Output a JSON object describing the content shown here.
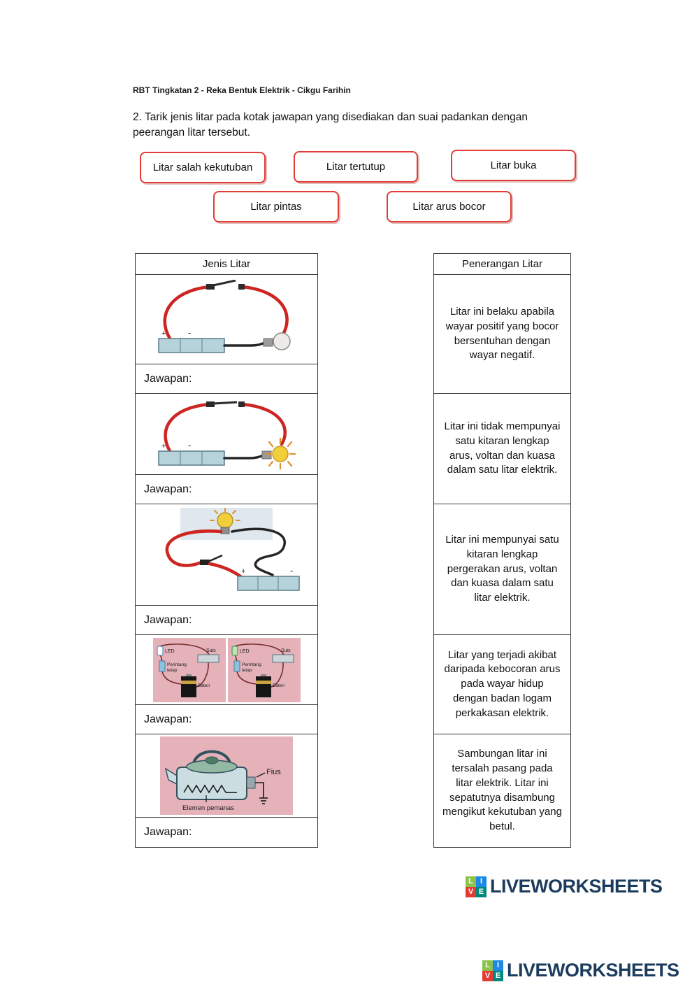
{
  "page": {
    "header": "RBT Tingkatan 2 - Reka Bentuk Elektrik - Cikgu Farihin",
    "question": "2.  Tarik jenis litar pada kotak jawapan yang disediakan dan suai padankan dengan peerangan litar tersebut."
  },
  "answer_boxes": [
    {
      "label": "Litar salah kekutuban"
    },
    {
      "label": "Litar tertutup"
    },
    {
      "label": "Litar buka"
    },
    {
      "label": "Litar pintas"
    },
    {
      "label": "Litar arus bocor"
    }
  ],
  "left_table": {
    "header": "Jenis Litar",
    "rows": [
      {
        "image": "open-circuit-bulb-off",
        "answer_label": "Jawapan:"
      },
      {
        "image": "closed-circuit-bulb-lit",
        "answer_label": "Jawapan:"
      },
      {
        "image": "short-circuit-red-black-wires",
        "answer_label": "Jawapan:"
      },
      {
        "image": "two-led-circuit-panels",
        "answer_label": "Jawapan:"
      },
      {
        "image": "electric-kettle-with-fuse",
        "answer_label": "Jawapan:"
      }
    ]
  },
  "right_table": {
    "header": "Penerangan Litar",
    "cells": [
      "Litar ini belaku apabila wayar positif yang bocor bersentuhan dengan wayar negatif.",
      "Litar ini tidak mempunyai satu kitaran lengkap arus, voltan dan kuasa dalam satu litar elektrik.",
      "Litar ini mempunyai satu kitaran lengkap pergerakan arus, voltan dan kuasa dalam satu litar elektrik.",
      "Litar yang terjadi akibat daripada kebocoran arus pada wayar hidup dengan badan logam perkakasan elektrik.",
      "Sambungan litar ini tersalah pasang pada litar elektrik. Litar ini sepatutnya disambung mengikut kekutuban yang betul."
    ]
  },
  "diagram_labels": {
    "battery_plus": "+",
    "battery_minus": "-",
    "led": "LED",
    "suis": "Suis",
    "perintang_line1": "Perintang",
    "perintang_line2": "tetap",
    "bateri": "Bateri",
    "fius": "Fius",
    "elemen_pemanas": "Elemen pemanas"
  },
  "colors": {
    "answer_box_border": "#e23c36",
    "table_border": "#3a3a3a",
    "wire_red": "#cc2522",
    "panel_pink": "#e5b2ba",
    "logo_navy": "#1c3c5e"
  },
  "branding": {
    "logo_text": "LIVEWORKSHEETS",
    "tiles": [
      {
        "letter": "L",
        "color": "#8bc34a"
      },
      {
        "letter": "I",
        "color": "#1e88e5"
      },
      {
        "letter": "V",
        "color": "#e53935"
      },
      {
        "letter": "E",
        "color": "#00897b"
      }
    ]
  }
}
